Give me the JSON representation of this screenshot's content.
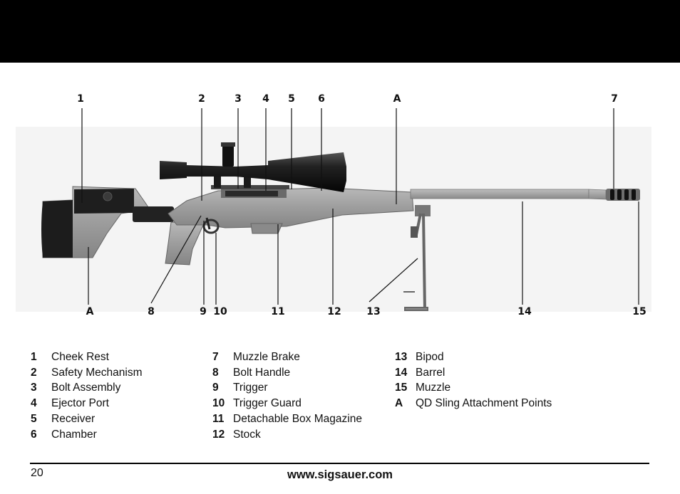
{
  "callouts_top": [
    "1",
    "2",
    "3",
    "4",
    "5",
    "6",
    "A",
    "7"
  ],
  "callouts_bottom": [
    "A",
    "8",
    "9",
    "10",
    "11",
    "12",
    "13",
    "14",
    "15"
  ],
  "legend": {
    "col1": [
      {
        "num": "1",
        "label": "Cheek Rest"
      },
      {
        "num": "2",
        "label": "Safety Mechanism"
      },
      {
        "num": "3",
        "label": "Bolt Assembly"
      },
      {
        "num": "4",
        "label": "Ejector Port"
      },
      {
        "num": "5",
        "label": "Receiver"
      },
      {
        "num": "6",
        "label": "Chamber"
      }
    ],
    "col2": [
      {
        "num": "7",
        "label": "Muzzle Brake"
      },
      {
        "num": "8",
        "label": "Bolt Handle"
      },
      {
        "num": "9",
        "label": "Trigger"
      },
      {
        "num": "10",
        "label": "Trigger Guard"
      },
      {
        "num": "11",
        "label": "Detachable Box Magazine"
      },
      {
        "num": "12",
        "label": "Stock"
      }
    ],
    "col3": [
      {
        "num": "13",
        "label": "Bipod"
      },
      {
        "num": "14",
        "label": "Barrel"
      },
      {
        "num": "15",
        "label": "Muzzle"
      },
      {
        "num": "A",
        "label": "QD Sling Attachment Points"
      }
    ]
  },
  "footer": {
    "page_number": "20",
    "url": "www.sigsauer.com"
  }
}
